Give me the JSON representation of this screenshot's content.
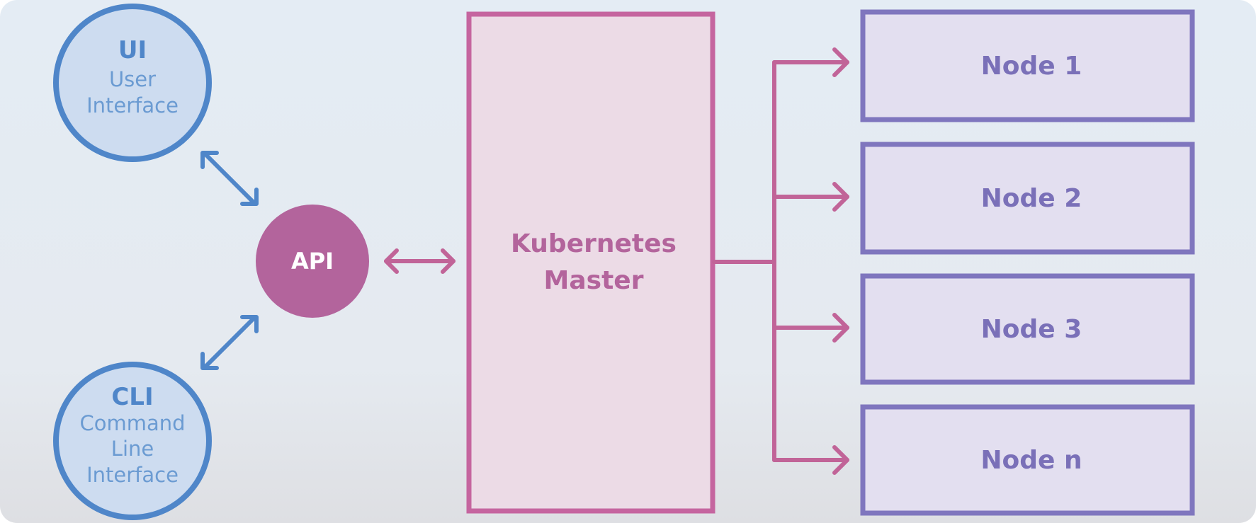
{
  "clients": [
    {
      "title": "UI",
      "subtitle_lines": [
        "User",
        "Interface"
      ]
    },
    {
      "title": "CLI",
      "subtitle_lines": [
        "Command",
        "Line",
        "Interface"
      ]
    }
  ],
  "api": {
    "label": "API"
  },
  "master": {
    "label_lines": [
      "Kubernetes",
      "Master"
    ]
  },
  "nodes": [
    {
      "label": "Node 1"
    },
    {
      "label": "Node 2"
    },
    {
      "label": "Node 3"
    },
    {
      "label": "Node n"
    }
  ],
  "colors": {
    "client": "#4f86c9",
    "client_fill": "#cddcf0",
    "api": "#b3649c",
    "master": "#c5659f",
    "master_fill": "#ecdbe6",
    "node": "#7f76be",
    "node_fill": "#e3dff0",
    "connector": "#c16498"
  }
}
